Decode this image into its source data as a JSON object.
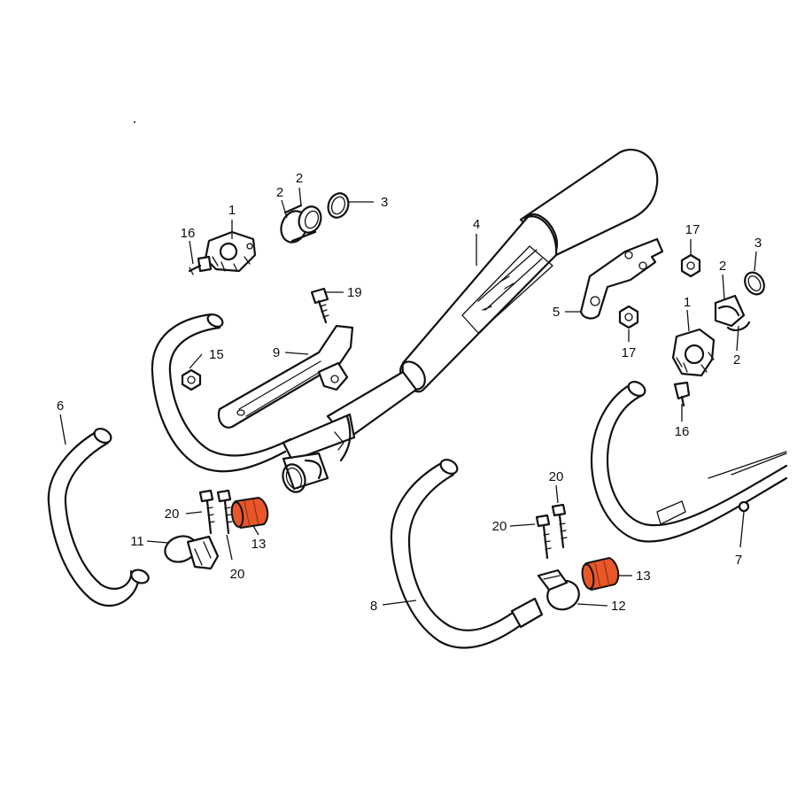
{
  "colors": {
    "line": "#111111",
    "background": "#ffffff",
    "highlight_part": "#e8562a"
  },
  "callouts": [
    {
      "id": "c1a",
      "label": "1"
    },
    {
      "id": "c2a",
      "label": "2"
    },
    {
      "id": "c2b",
      "label": "2"
    },
    {
      "id": "c3a",
      "label": "3"
    },
    {
      "id": "c16a",
      "label": "16"
    },
    {
      "id": "c4",
      "label": "4"
    },
    {
      "id": "c19",
      "label": "19"
    },
    {
      "id": "c9",
      "label": "9"
    },
    {
      "id": "c15",
      "label": "15"
    },
    {
      "id": "c6",
      "label": "6"
    },
    {
      "id": "c20a",
      "label": "20"
    },
    {
      "id": "c11",
      "label": "11"
    },
    {
      "id": "c20b",
      "label": "20"
    },
    {
      "id": "c13a",
      "label": "13"
    },
    {
      "id": "c17a",
      "label": "17"
    },
    {
      "id": "c3b",
      "label": "3"
    },
    {
      "id": "c2c",
      "label": "2"
    },
    {
      "id": "c5",
      "label": "5"
    },
    {
      "id": "c1b",
      "label": "1"
    },
    {
      "id": "c17b",
      "label": "17"
    },
    {
      "id": "c2d",
      "label": "2"
    },
    {
      "id": "c16b",
      "label": "16"
    },
    {
      "id": "c20c",
      "label": "20"
    },
    {
      "id": "c20d",
      "label": "20"
    },
    {
      "id": "c13b",
      "label": "13"
    },
    {
      "id": "c12",
      "label": "12"
    },
    {
      "id": "c8",
      "label": "8"
    },
    {
      "id": "c7",
      "label": "7"
    }
  ]
}
